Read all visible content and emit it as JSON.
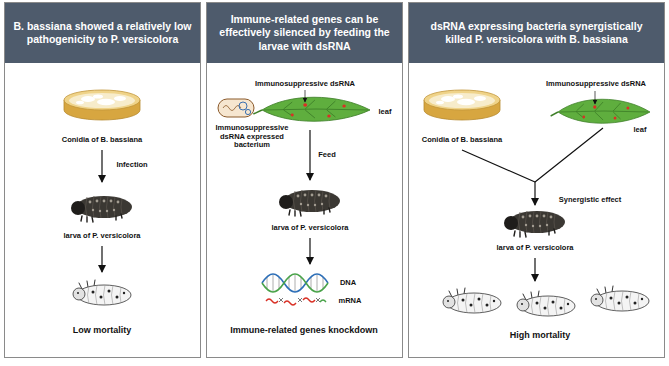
{
  "diagram": {
    "nodes": [
      {
        "text": [
          "B. bassiana showed a relatively low pathogenicity to P. versicolora"
        ]
      },
      {
        "text": [
          "Immune-related genes can be effectively silenced by feeding the larvae with dsRNA"
        ]
      },
      {
        "text": [
          "dsRNA expressing bacteria synergistically killed P. versicolora with B. bassiana"
        ]
      }
    ],
    "labels": [
      "Conidia of B. bassiana",
      "Infection",
      "larva of P. versicolora",
      "Low mortality",
      "Immunosuppressive dsRNA",
      "Immunosuppressive dsRNA expressed bacterium",
      "leaf",
      "Feed",
      "larva of P. versicolora",
      "DNA",
      "mRNA",
      "Immune-related genes knockdown",
      "Conidia of B. bassiana",
      "Immunosuppressive dsRNA",
      "leaf",
      "Synergistic effect",
      "larva of P. versicolora",
      "High mortality"
    ]
  }
}
